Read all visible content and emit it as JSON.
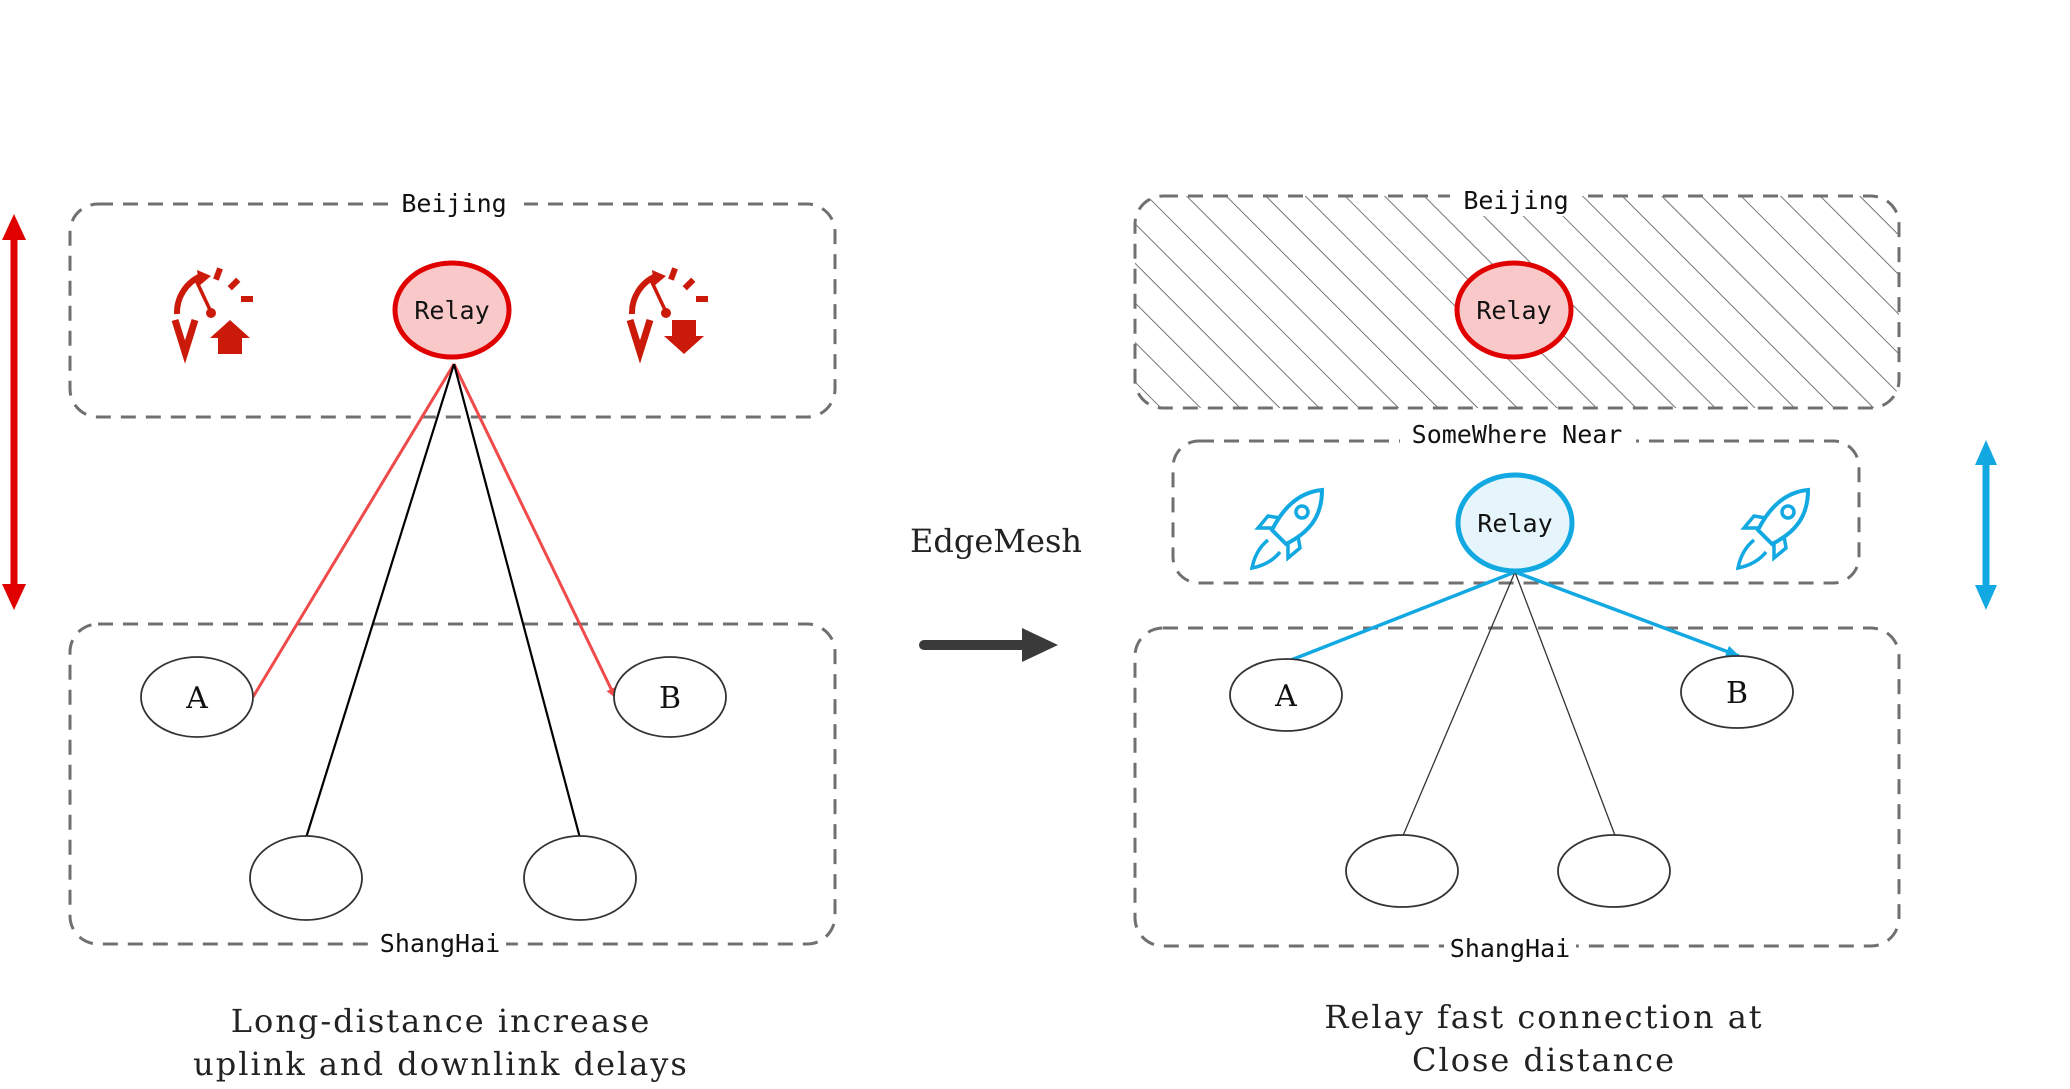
{
  "left_panel": {
    "top_region_label": "Beijing",
    "bottom_region_label": "ShangHai",
    "relay_label": "Relay",
    "node_a_label": "A",
    "node_b_label": "B",
    "caption_line1": "Long-distance increase",
    "caption_line2": "uplink and downlink delays"
  },
  "transition_label": "EdgeMesh",
  "right_panel": {
    "top_region_label": "Beijing",
    "near_region_label": "SomeWhere Near",
    "bottom_region_label": "ShangHai",
    "relay_far_label": "Relay",
    "relay_near_label": "Relay",
    "node_a_label": "A",
    "node_b_label": "B",
    "caption_line1": "Relay fast connection at",
    "caption_line2": "Close distance"
  },
  "colors": {
    "red": "#e00000",
    "red_fill": "#f9c8c8",
    "red_line": "#f04a4a",
    "icon_red": "#cc1a0a",
    "blue": "#12a9e2",
    "blue_fill": "#e6f5fc",
    "dash": "#707070",
    "arrow_dark": "#3a3a3a"
  },
  "icons": [
    "speed-up-icon",
    "speed-down-icon",
    "rocket-icon"
  ]
}
